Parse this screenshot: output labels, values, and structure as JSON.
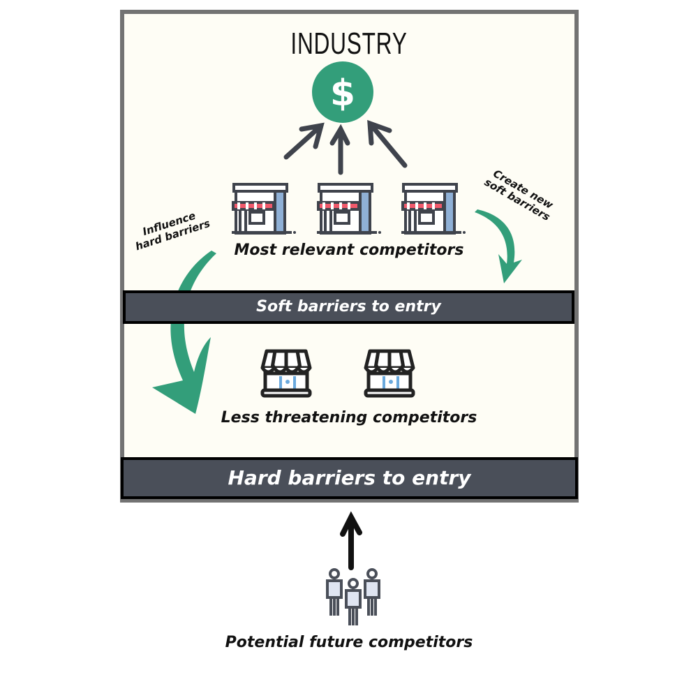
{
  "diagram": {
    "title": "INDUSTRY",
    "center_icon": "dollar-coin-icon",
    "center_symbol": "$",
    "tiers": {
      "top_label": "Most relevant competitors",
      "middle_label": "Less threatening competitors",
      "bottom_label": "Potential future competitors"
    },
    "barriers": {
      "soft": "Soft barriers to entry",
      "hard": "Hard barriers to entry"
    },
    "annotations": {
      "left_line1": "Influence",
      "left_line2": "hard barriers",
      "right_line1": "Create new",
      "right_line2": "soft barriers"
    },
    "icons": {
      "top_row": [
        "store-icon",
        "store-icon",
        "store-icon"
      ],
      "middle_row": [
        "kiosk-icon",
        "kiosk-icon"
      ],
      "bottom": "people-group-icon"
    },
    "colors": {
      "accent_green": "#339e7a",
      "bar_fill": "#4a4f59",
      "frame": "#737373",
      "background": "#fefdf5",
      "arrow_dark": "#3f434c",
      "awning_red": "#f0596b",
      "store_blue": "#8fb0d6"
    }
  }
}
